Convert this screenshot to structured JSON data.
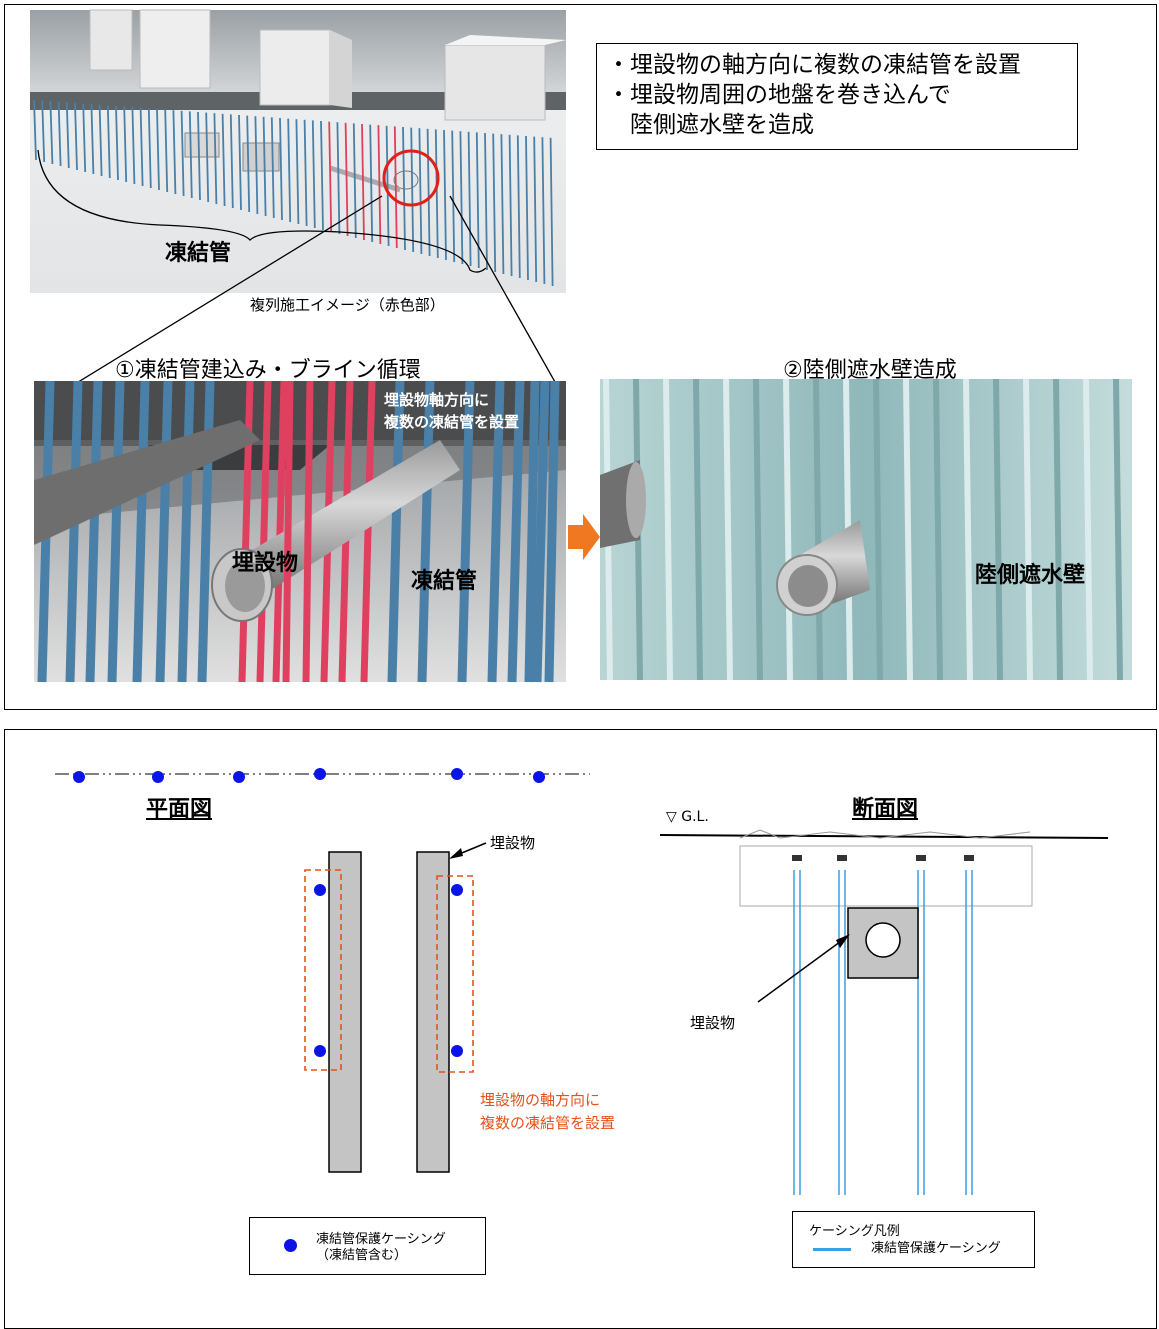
{
  "top": {
    "callout_lines": [
      "・埋設物の軸方向に複数の凍結管を設置",
      "・埋設物周囲の地盤を巻き込んで",
      "　陸側遮水壁を造成"
    ],
    "render_label": "凍結管",
    "render_caption": "複列施工イメージ（赤色部）",
    "step1_title": "①凍結管建込み・ブライン循環",
    "step2_title": "②陸側遮水壁造成",
    "step1_note_lines": [
      "埋設物軸方向に",
      "複数の凍結管を設置"
    ],
    "step1_label_object": "埋設物",
    "step1_label_pipe": "凍結管",
    "step2_label_wall": "陸側遮水壁"
  },
  "bottom": {
    "plan_title": "平面図",
    "plan_object_label": "埋設物",
    "plan_note_lines": [
      "埋設物の軸方向に",
      "複数の凍結管を設置"
    ],
    "plan_legend_lines": [
      "凍結管保護ケーシング",
      "（凍結管含む）"
    ],
    "section_title": "断面図",
    "section_gl": "▽ G.L.",
    "section_object_label": "埋設物",
    "section_legend_title": "ケーシング凡例",
    "section_legend_item": "凍結管保護ケーシング"
  },
  "colors": {
    "freeze_pipe_blue": "#4a7fa8",
    "freeze_pipe_red": "#e04060",
    "dot_blue": "#0a14e6",
    "note_orange": "#e8501a",
    "arrow_orange": "#f07820",
    "casing_blue": "#3aa0e0",
    "ice_wall": "#9ec4c4"
  }
}
